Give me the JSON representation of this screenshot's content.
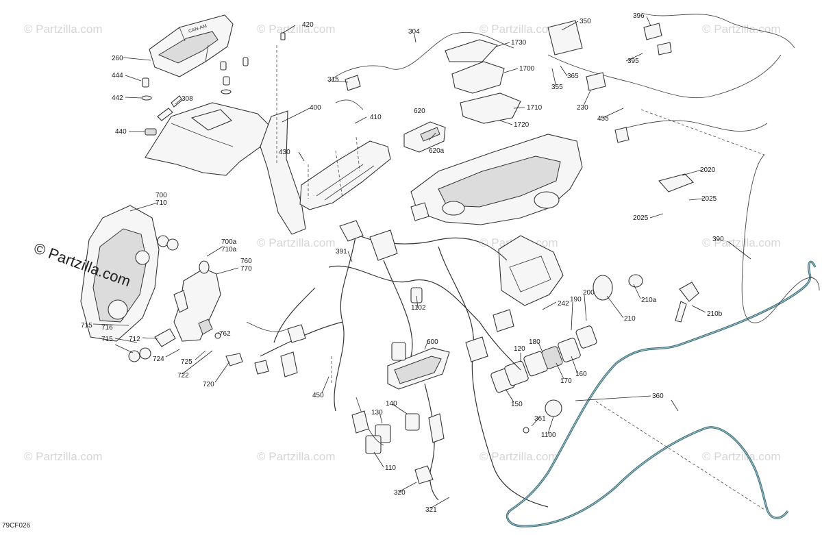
{
  "diagram": {
    "code": "79CF026",
    "watermark_main": "© Partzilla.com",
    "watermark_faint": "© Partzilla.com",
    "embossed_text": "CAN-AM",
    "callouts": [
      "420",
      "304",
      "350",
      "396",
      "1730",
      "260",
      "444",
      "442",
      "308",
      "315",
      "1700",
      "395",
      "365",
      "355",
      "230",
      "455",
      "400",
      "1710",
      "620",
      "410",
      "1720",
      "440",
      "620a",
      "430",
      "2020",
      "2025",
      "2025",
      "700",
      "710",
      "390",
      "700a",
      "710a",
      "760",
      "770",
      "391",
      "1102",
      "242",
      "210a",
      "210",
      "210b",
      "762",
      "600",
      "200",
      "190",
      "180",
      "120",
      "715",
      "716",
      "715",
      "712",
      "724",
      "725",
      "722",
      "720",
      "170",
      "160",
      "450",
      "150",
      "361",
      "1100",
      "360",
      "130",
      "140",
      "110",
      "320",
      "321"
    ]
  }
}
